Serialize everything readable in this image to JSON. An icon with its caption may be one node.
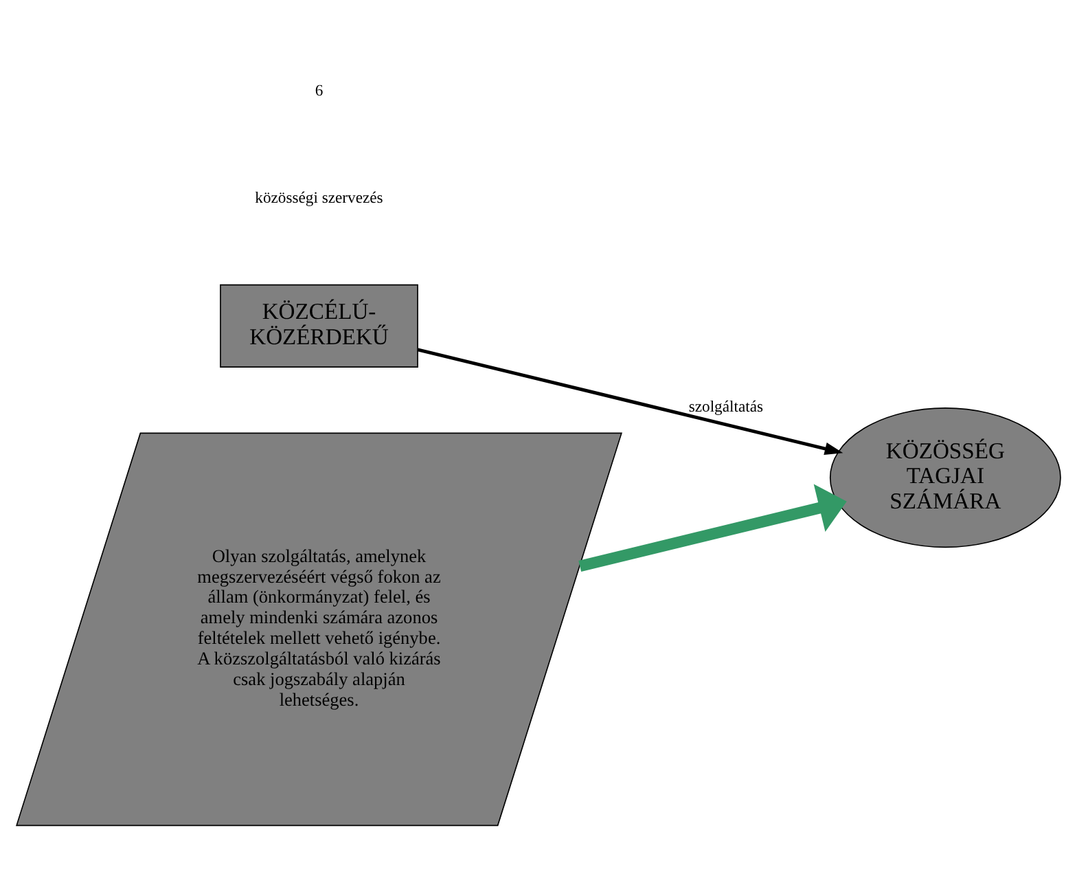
{
  "diagram": {
    "nodes": [
      {
        "text": [
          "KÖZCÉLÚ- KÖZÉRDEKŰ"
        ]
      },
      {
        "text": [
          "KÖZÖSSÉG TAGJAI SZÁMÁRA"
        ]
      },
      {
        "text": [
          "Olyan szolgáltatás, amelynek megszervezéséért végső fokon az állam (önkormányzat) felel, és amely mindenki számára azonos feltételek mellett vehető igénybe. A közszolgáltatásból való kizárás csak jogszabály alapján lehetséges."
        ]
      }
    ],
    "edges": [
      {
        "from": 0,
        "to": 1,
        "arrow": "to",
        "label": "szolgáltatás"
      },
      {
        "from": 2,
        "to": 1,
        "arrow": "to",
        "style": "thick",
        "color": "#339966"
      }
    ],
    "labels": [
      "közösségi szervezés",
      "6"
    ]
  }
}
